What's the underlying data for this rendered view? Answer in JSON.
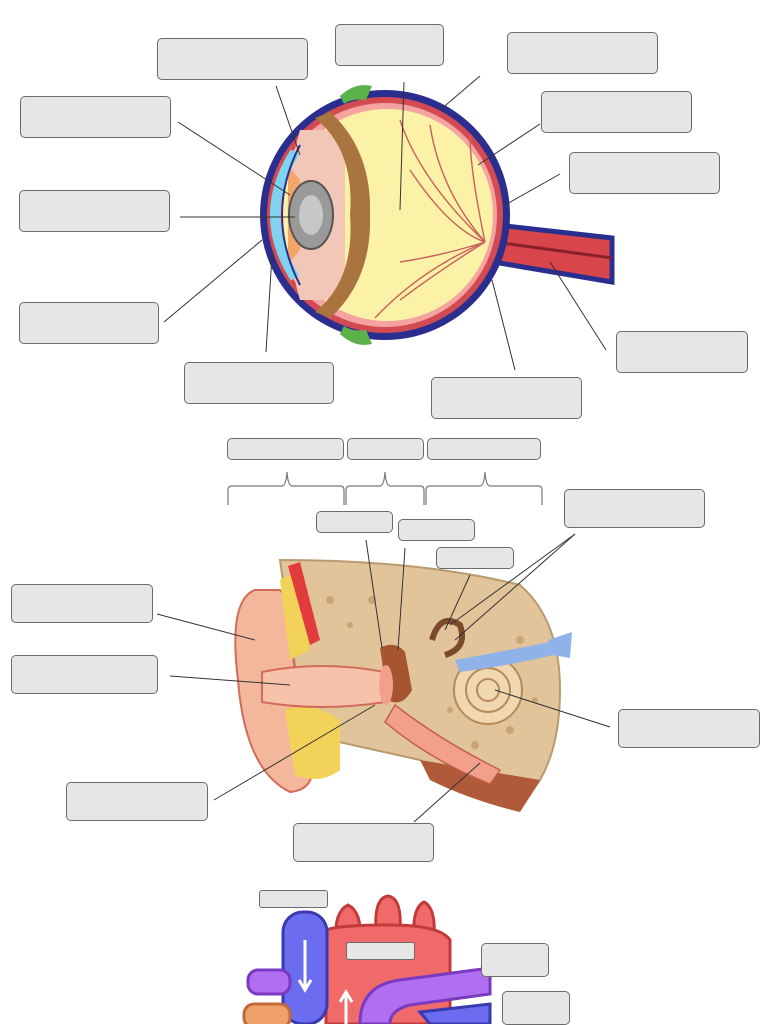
{
  "diagrams": [
    {
      "name": "eye",
      "labels": [
        "",
        "",
        "",
        "",
        "",
        "",
        "",
        "",
        "",
        "",
        "",
        ""
      ]
    },
    {
      "name": "ear",
      "labels": [
        "",
        "",
        "",
        "",
        "",
        "",
        "",
        "",
        "",
        "",
        "",
        "",
        ""
      ]
    },
    {
      "name": "heart",
      "labels": [
        "",
        "",
        "",
        ""
      ]
    }
  ],
  "colors": {
    "label_fill": "#e6e6e6",
    "label_border": "#6b6b6b",
    "eye_sclera": "#2a2f8f",
    "eye_vitreous": "#fbf1a7",
    "eye_choroid": "#c8424c",
    "ear_bone": "#e2c49a",
    "ear_cartilage": "#f3b79b",
    "heart_aorta": "#f06a6a",
    "heart_vena_cava": "#6c6cf0",
    "heart_pulmonary": "#b06ef0"
  }
}
